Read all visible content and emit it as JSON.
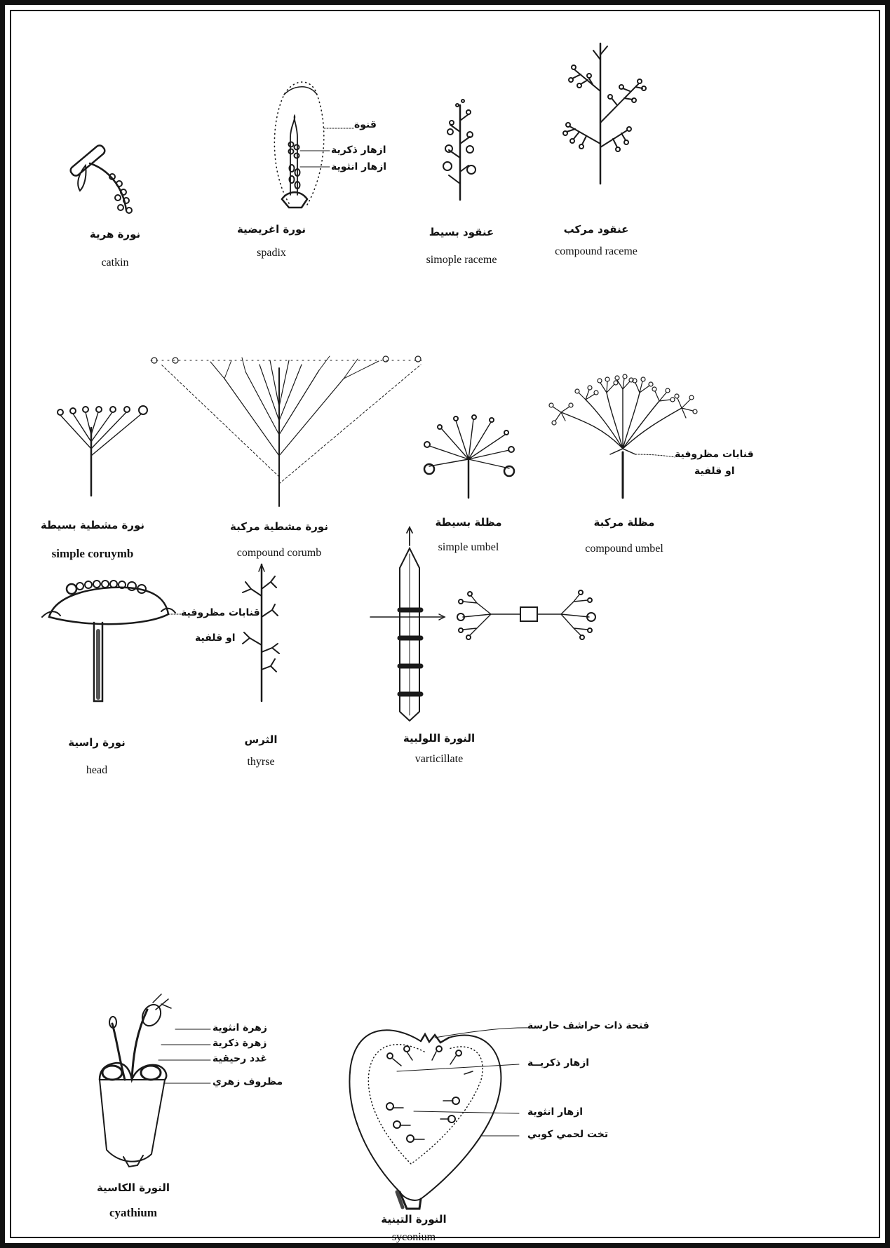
{
  "figures": {
    "catkin": {
      "ar": "نورة هرية",
      "en": "catkin"
    },
    "spadix": {
      "ar": "نورة اغريضية",
      "en": "spadix",
      "callouts": [
        "قنوة",
        "ازهار ذكرية",
        "ازهار انثوية"
      ]
    },
    "simple_raceme": {
      "ar": "عنقود بسيط",
      "en": "simople raceme"
    },
    "compound_raceme": {
      "ar": "عنقود مركب",
      "en": "compound raceme"
    },
    "simple_corymb": {
      "ar": "نورة مشطية بسيطة",
      "en": "simple coruymb"
    },
    "compound_corymb": {
      "ar": "نورة مشطية مركبة",
      "en": "compound corumb"
    },
    "simple_umbel": {
      "ar": "مظلة بسيطة",
      "en": "simple  umbel"
    },
    "compound_umbel": {
      "ar": "مظلة مركبة",
      "en": "compound umbel",
      "callouts": [
        "قنابات مظروفية",
        "او قلفية"
      ]
    },
    "head": {
      "ar": "نورة راسية",
      "en": "head",
      "callouts": [
        "قنابات مظروفية",
        "او قلفية"
      ]
    },
    "thyrse": {
      "ar": "الثرس",
      "en": "thyrse"
    },
    "verticillate": {
      "ar": "النورة اللولبية",
      "en": "varticillate"
    },
    "cyathium": {
      "ar": "النورة الكاسية",
      "en": "cyathium",
      "callouts": [
        "زهرة انثوية",
        "زهرة ذكرية",
        "غدد رحيقية",
        "مظروف زهري"
      ]
    },
    "syconium": {
      "ar": "النورة التينية",
      "en": "syconium",
      "callouts": [
        "فتحة ذات حراشف حارسة",
        "ازهار ذكريــة",
        "ازهار انثوية",
        "تخت لحمي كوبي"
      ]
    }
  }
}
